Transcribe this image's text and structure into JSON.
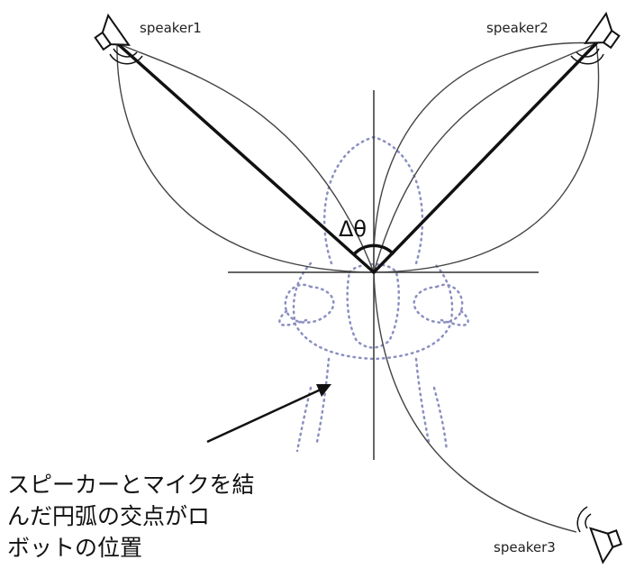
{
  "speakers": [
    {
      "id": "speaker1",
      "label": "speaker1"
    },
    {
      "id": "speaker2",
      "label": "speaker2"
    },
    {
      "id": "speaker3",
      "label": "speaker3"
    }
  ],
  "angle_label": "Δθ",
  "caption_lines": [
    "スピーカーとマイクを結",
    "んだ円弧の交点がロ",
    "ボットの位置"
  ],
  "colors": {
    "line": "#111111",
    "arc": "#444444",
    "robot_outline": "#8a8fc0"
  },
  "icons": [
    "speaker-icon",
    "sound-wave-icon"
  ]
}
